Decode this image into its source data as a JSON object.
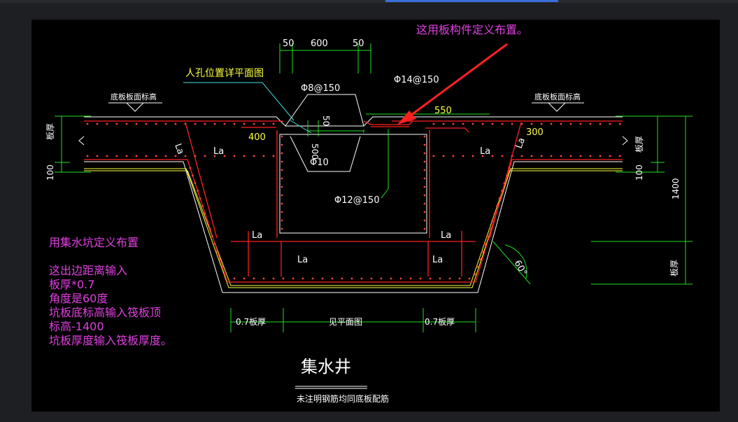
{
  "colors": {
    "background": "#000000",
    "rebar_red": "#ff2020",
    "dimension_green": "#20e020",
    "white_text": "#ffffff",
    "note_magenta": "#e040e0",
    "callout_yellow": "#ffff40",
    "leader_cyan": "#40e0e0"
  },
  "dimensions": {
    "top_50_left": "50",
    "top_600": "600",
    "top_50_right": "50",
    "dim_550": "550",
    "dim_400": "400",
    "dim_300": "300",
    "hole_50": "50",
    "hole_500": "500",
    "thick_left": "板厚",
    "thick_right": "板厚",
    "left_100": "100",
    "right_100": "100",
    "total_1400": "1400",
    "right_lower_thick": "板厚",
    "bottom_left": "0.7板厚",
    "bottom_mid": "见平面图",
    "bottom_right": "0.7板厚"
  },
  "rebar_labels": {
    "phi8": "Φ8@150",
    "phi14": "Φ14@150",
    "phi10": "Φ10",
    "phi12": "Φ12@150",
    "la": "La",
    "angle": "60°"
  },
  "labels": {
    "manhole": "人孔位置详平面图",
    "elev_left": "底板板面标高",
    "elev_right": "底板板面标高",
    "title": "集水井",
    "subtitle": "未注明钢筋均同底板配筋"
  },
  "notes": {
    "top_note": "这用板构件定义布置。",
    "left_title": "用集水坑定义布置",
    "lines": [
      "这出边距离输入",
      "板厚*0.7",
      "角度是60度",
      "坑板底标高输入筏板顶",
      "标高-1400",
      "坑板厚度输入筏板厚度。"
    ]
  }
}
